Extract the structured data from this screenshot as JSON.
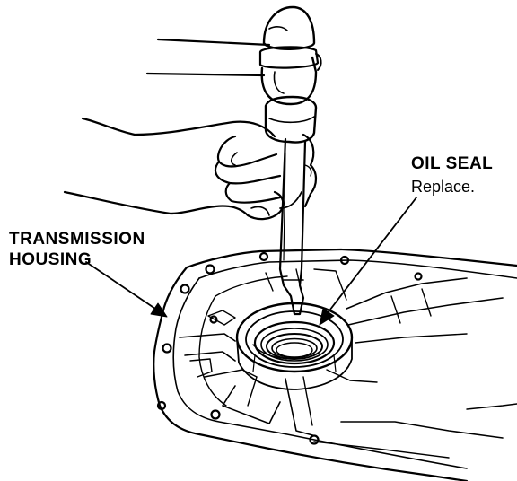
{
  "labels": {
    "transmission_housing_line1": "TRANSMISSION",
    "transmission_housing_line2": "HOUSING",
    "oil_seal": "OIL SEAL",
    "oil_seal_note": "Replace."
  },
  "colors": {
    "ink": "#000000",
    "paper": "#ffffff"
  }
}
